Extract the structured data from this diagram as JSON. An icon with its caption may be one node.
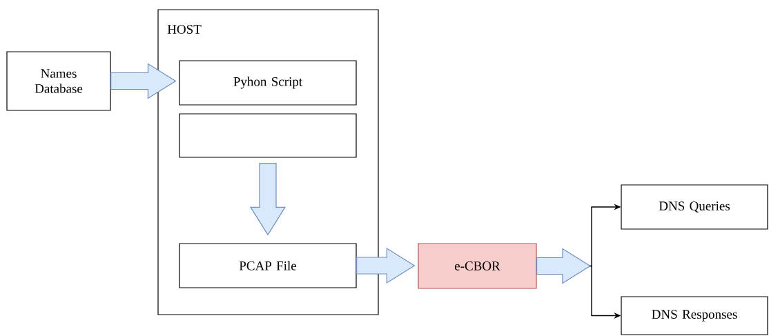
{
  "diagram": {
    "nodes": [
      {
        "text": [
          "Names Database"
        ]
      },
      {
        "text": [
          "HOST"
        ]
      },
      {
        "text": [
          "Pyhon Script"
        ],
        "in": 1
      },
      {
        "text": [],
        "shape": "box",
        "in": 1
      },
      {
        "text": [
          "PCAP File"
        ],
        "in": 1
      },
      {
        "text": [
          "e-CBOR"
        ]
      },
      {
        "text": [
          "DNS Queries"
        ]
      },
      {
        "text": [
          "DNS Responses"
        ]
      }
    ],
    "edges": [
      {
        "from": 0,
        "to": 2,
        "arrow": "to",
        "style": "thick"
      },
      {
        "from": 3,
        "to": 4,
        "arrow": "to",
        "style": "thick"
      },
      {
        "from": 4,
        "to": 5,
        "arrow": "to",
        "style": "thick"
      },
      {
        "from": 5,
        "to": 6,
        "arrow": "to"
      },
      {
        "from": 5,
        "to": 7,
        "arrow": "to"
      }
    ]
  }
}
